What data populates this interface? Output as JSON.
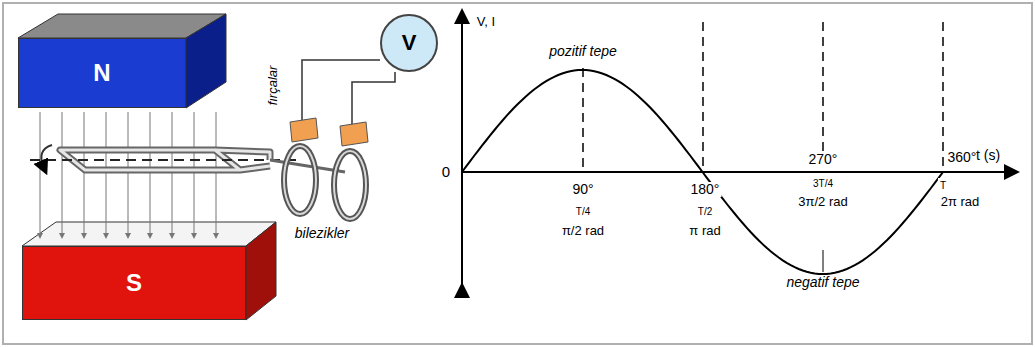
{
  "diagram": {
    "nodes": [
      {
        "text": [
          "N"
        ]
      },
      {
        "text": [
          "S"
        ]
      },
      {
        "text": [
          "V"
        ]
      }
    ],
    "labels": [
      "fırçalar",
      "bilezikler",
      "V, I",
      "pozitif tepe",
      "t (s)",
      "0",
      "90°",
      "T/4",
      "π/2 rad",
      "180°",
      "T/2",
      "π rad",
      "270°",
      "3T/4",
      "3π/2 rad",
      "360°",
      "T",
      "2π rad",
      "negatif tepe"
    ]
  }
}
